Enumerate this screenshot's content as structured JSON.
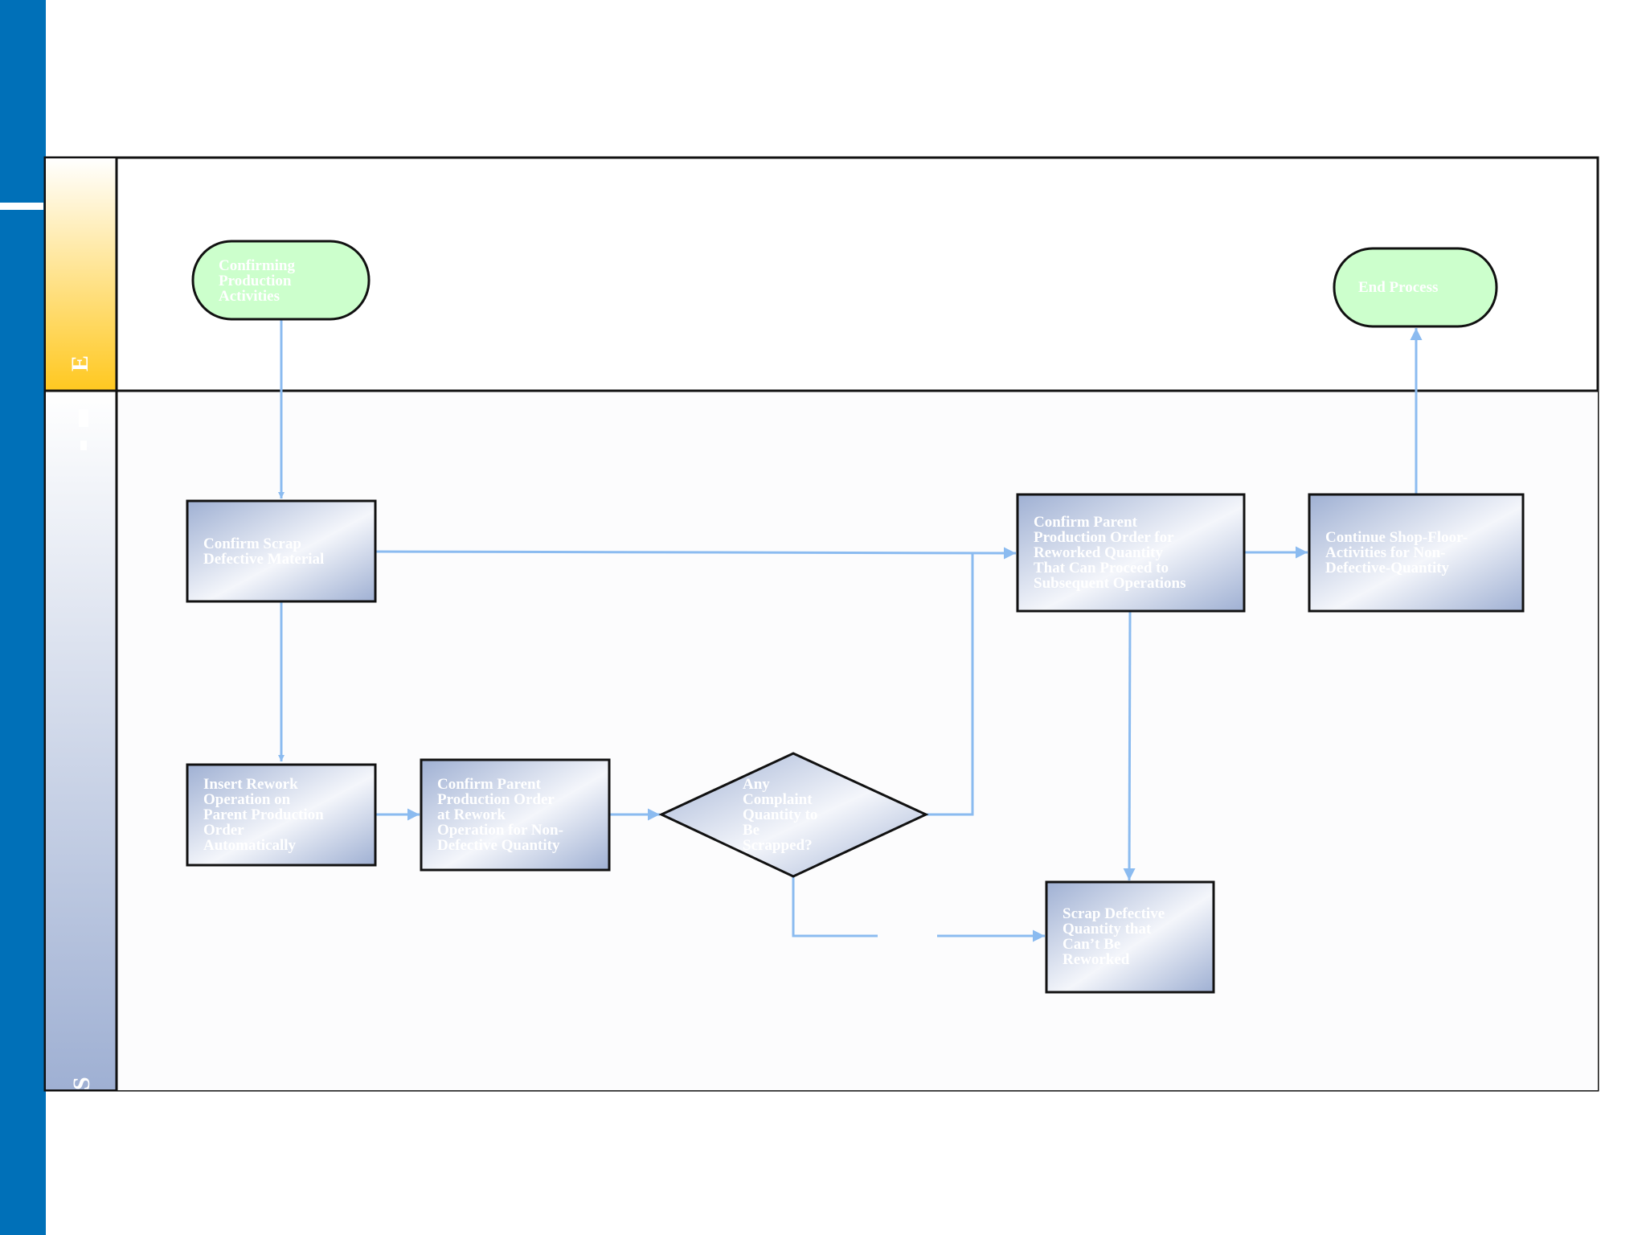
{
  "colors": {
    "side_bar": "#0070b8",
    "edge": "#8bbbf0",
    "node_border": "#111111",
    "terminal_fill": "#ccffcc",
    "process_fill_dark": "#9fb0d3",
    "process_fill_light": "#ffffff"
  },
  "lanes": [
    {
      "id": "top",
      "label": "E"
    },
    {
      "id": "bottom",
      "label": "S"
    }
  ],
  "nodes": {
    "start": {
      "type": "terminal",
      "lines": [
        "Confirming",
        "Production",
        "Activities"
      ]
    },
    "end": {
      "type": "terminal",
      "lines": [
        "End Process"
      ]
    },
    "confirm_scrap": {
      "type": "process",
      "lines": [
        "Confirm Scrap",
        "Defective Material"
      ]
    },
    "insert_rework": {
      "type": "process",
      "lines": [
        "Insert Rework",
        "Operation on",
        "Parent Production",
        "Order",
        "Automatically"
      ]
    },
    "confirm_rework": {
      "type": "process",
      "lines": [
        "Confirm Parent",
        "Production Order",
        "at Rework",
        "Operation for Non-",
        "Defective Quantity"
      ]
    },
    "decision": {
      "type": "decision",
      "lines": [
        "Any",
        "Complaint",
        "Quantity to",
        "Be",
        "Scrapped?"
      ]
    },
    "confirm_parent": {
      "type": "process",
      "lines": [
        "Confirm Parent",
        "Production Order for",
        "Reworked Quantity",
        "That Can Proceed to",
        "Subsequent Operations"
      ]
    },
    "continue": {
      "type": "process",
      "lines": [
        "Continue Shop-Floor-",
        "Activities for Non-",
        "Defective-Quantity"
      ]
    },
    "scrap": {
      "type": "process",
      "lines": [
        "Scrap Defective",
        "Quantity that",
        "Can’t Be",
        "Reworked"
      ]
    }
  },
  "edges": [
    {
      "from": "start",
      "to": "confirm_scrap"
    },
    {
      "from": "confirm_scrap",
      "to": "insert_rework"
    },
    {
      "from": "confirm_scrap",
      "to": "confirm_parent"
    },
    {
      "from": "insert_rework",
      "to": "confirm_rework"
    },
    {
      "from": "confirm_rework",
      "to": "decision"
    },
    {
      "from": "decision",
      "to": "confirm_parent"
    },
    {
      "from": "decision",
      "to": "scrap"
    },
    {
      "from": "confirm_parent",
      "to": "continue"
    },
    {
      "from": "confirm_parent",
      "to": "scrap"
    },
    {
      "from": "continue",
      "to": "end"
    }
  ]
}
